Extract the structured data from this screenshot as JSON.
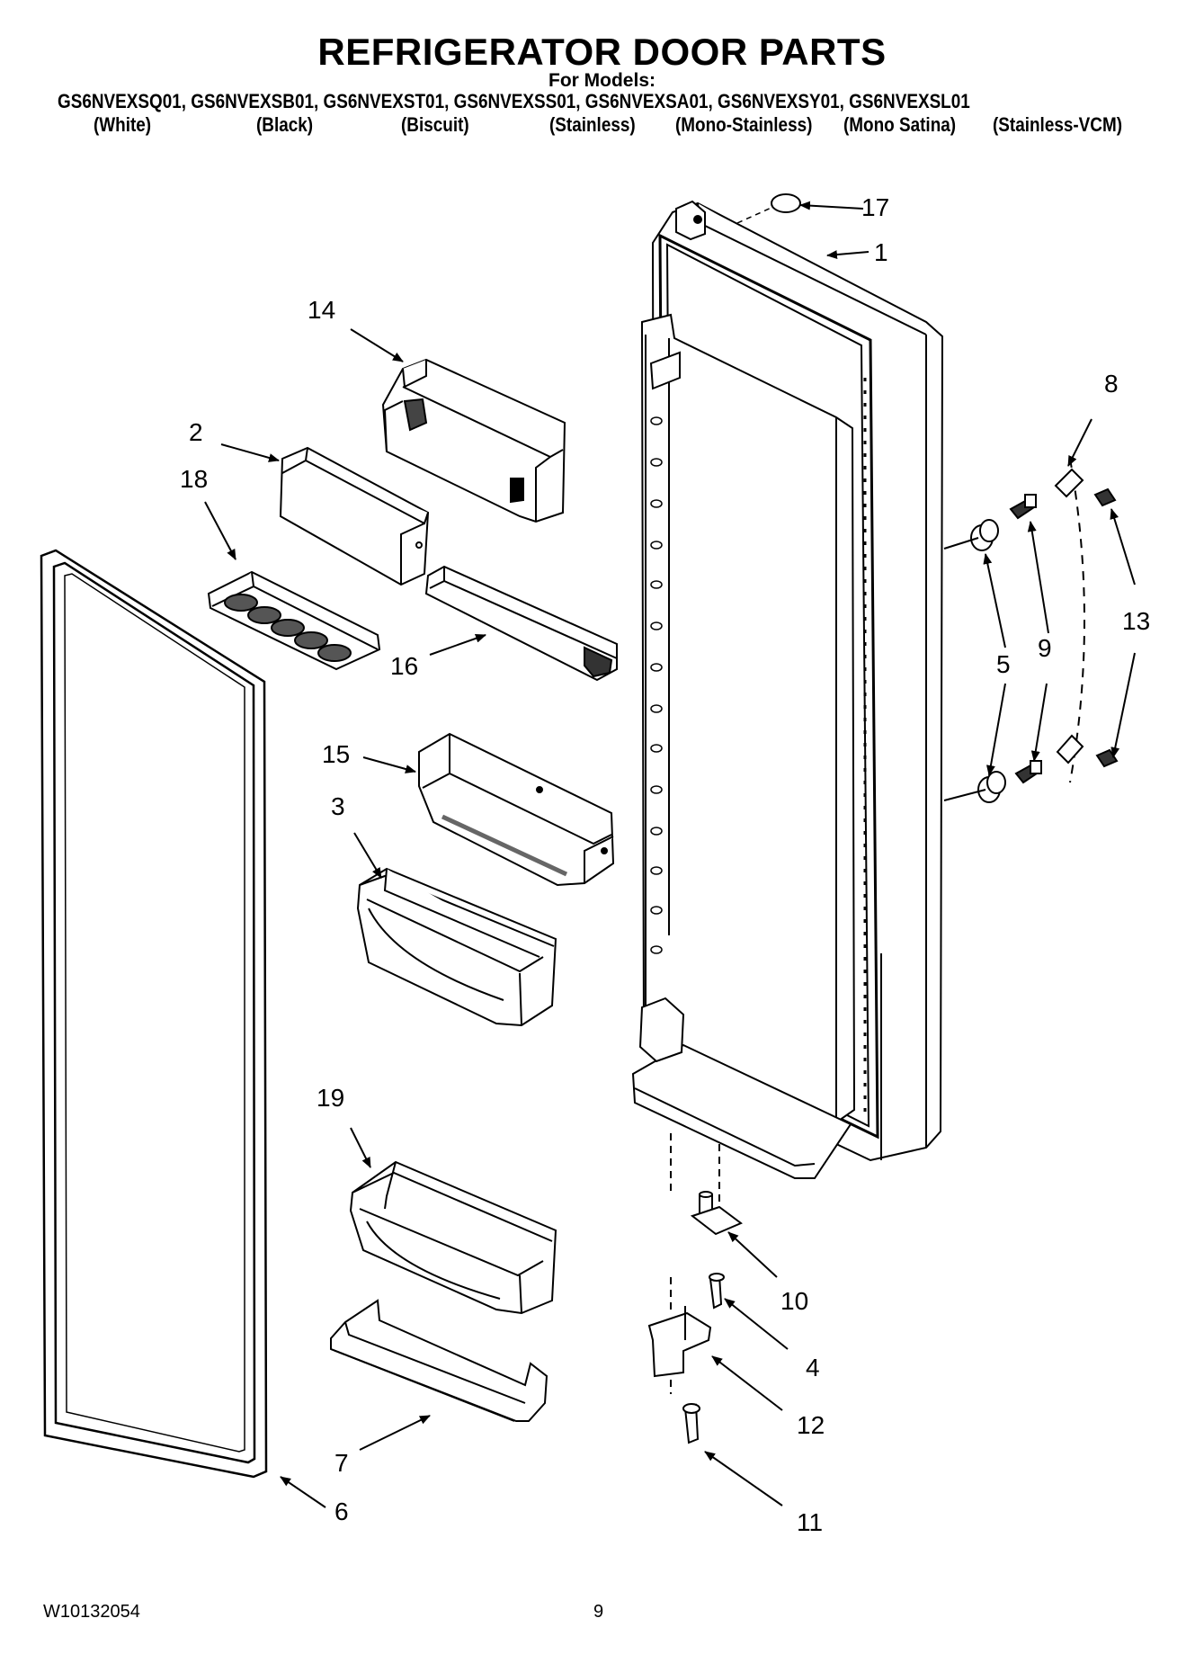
{
  "header": {
    "title": "REFRIGERATOR DOOR PARTS",
    "for_models": "For Models:",
    "models": "GS6NVEXSQ01, GS6NVEXSB01, GS6NVEXST01, GS6NVEXSS01, GS6NVEXSA01, GS6NVEXSY01, GS6NVEXSL01",
    "colors": [
      "(White)",
      "(Black)",
      "(Biscuit)",
      "(Stainless)",
      "(Mono-Stainless)",
      "(Mono Satina)",
      "(Stainless-VCM)"
    ]
  },
  "callouts": {
    "c1": "1",
    "c2": "2",
    "c3": "3",
    "c4": "4",
    "c5": "5",
    "c6": "6",
    "c7": "7",
    "c8": "8",
    "c9": "9",
    "c10": "10",
    "c11": "11",
    "c12": "12",
    "c13": "13",
    "c14": "14",
    "c15": "15",
    "c16": "16",
    "c17": "17",
    "c18": "18",
    "c19": "19"
  },
  "footer": {
    "doc_number": "W10132054",
    "page_number": "9"
  }
}
